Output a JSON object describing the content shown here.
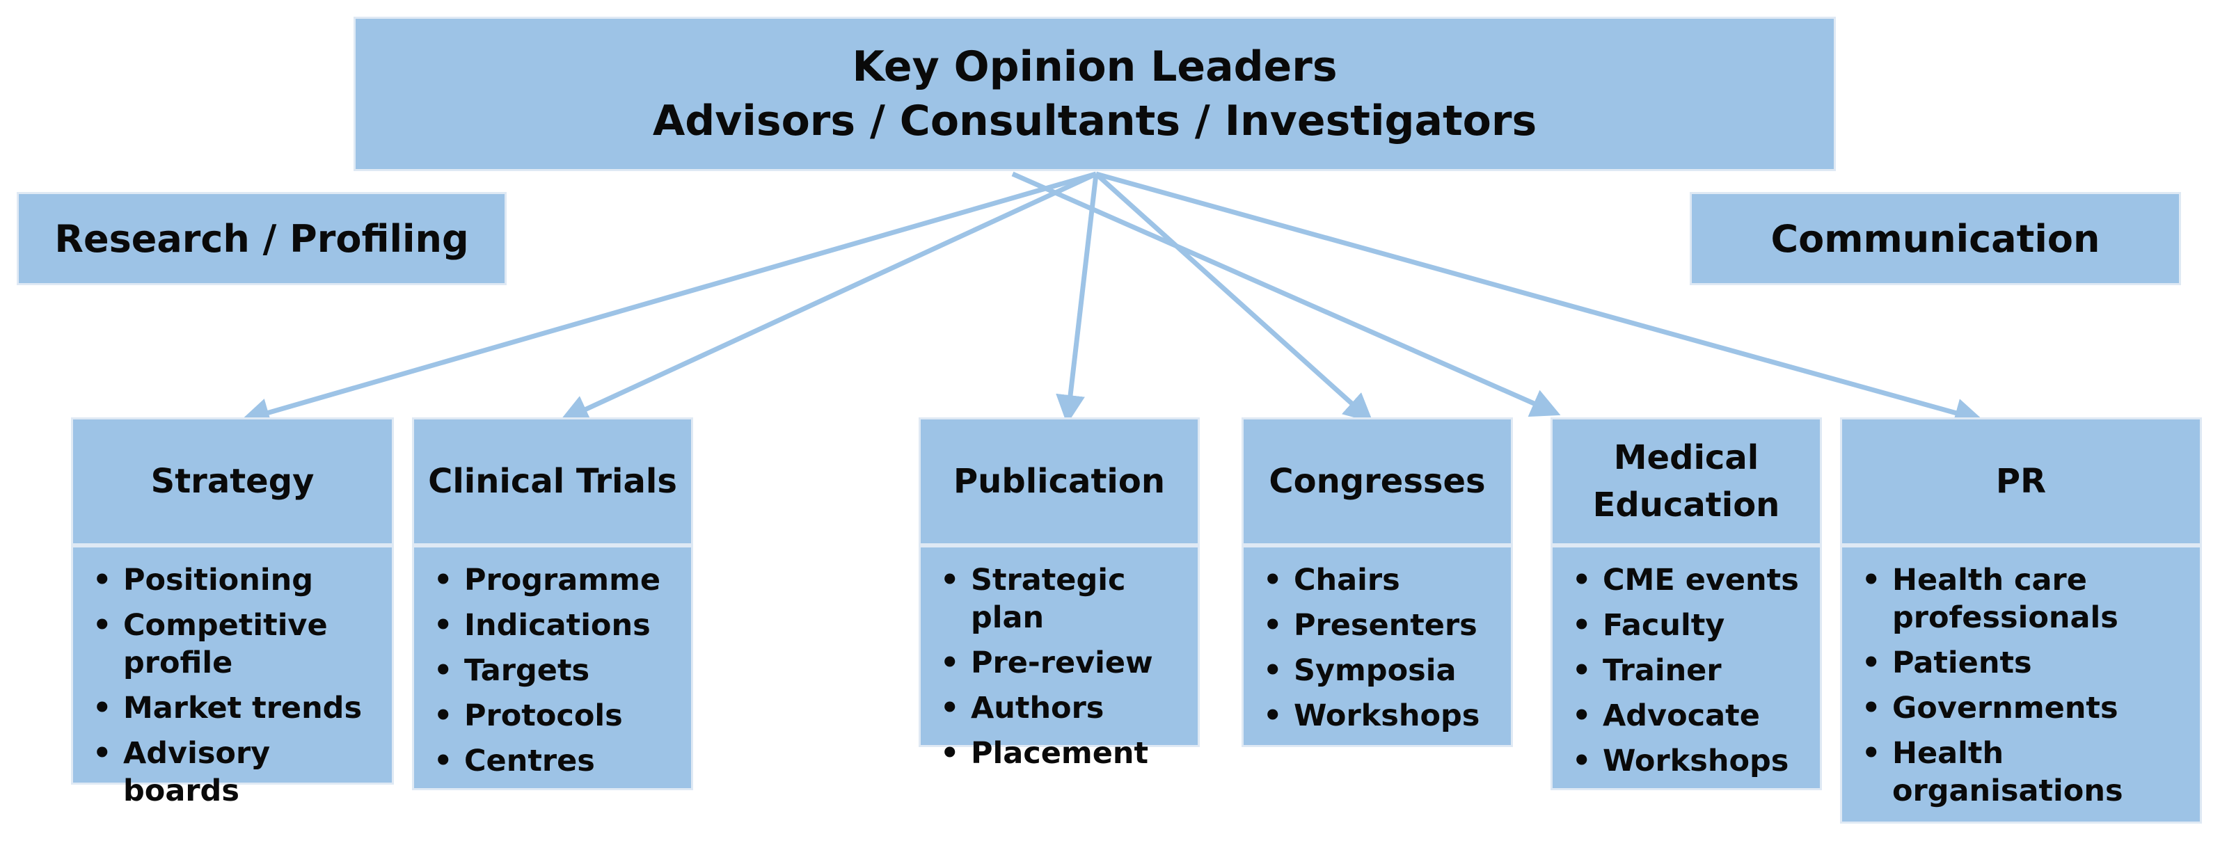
{
  "header": {
    "line1": "Key Opinion Leaders",
    "line2": "Advisors / Consultants / Investigators"
  },
  "left_label": "Research / Profiling",
  "right_label": "Communication",
  "categories": [
    {
      "title": "Strategy",
      "items": [
        "Positioning",
        "Competitive profile",
        "Market trends",
        "Advisory boards"
      ]
    },
    {
      "title": "Clinical Trials",
      "items": [
        "Programme",
        "Indications",
        "Targets",
        "Protocols",
        "Centres"
      ]
    },
    {
      "title": "Publication",
      "items": [
        "Strategic plan",
        "Pre-review",
        "Authors",
        "Placement"
      ]
    },
    {
      "title": "Congresses",
      "items": [
        "Chairs",
        "Presenters",
        "Symposia",
        "Workshops"
      ]
    },
    {
      "title": "Medical Education",
      "items": [
        "CME events",
        "Faculty",
        "Trainer",
        "Advocate",
        "Workshops"
      ]
    },
    {
      "title": "PR",
      "items": [
        "Health care professionals",
        "Patients",
        "Governments",
        "Health organisations"
      ]
    }
  ],
  "colors": {
    "box_fill": "#9dc3e6",
    "box_border": "#dfe9f4",
    "arrow": "#9dc3e6",
    "text": "#0a0a0a"
  }
}
